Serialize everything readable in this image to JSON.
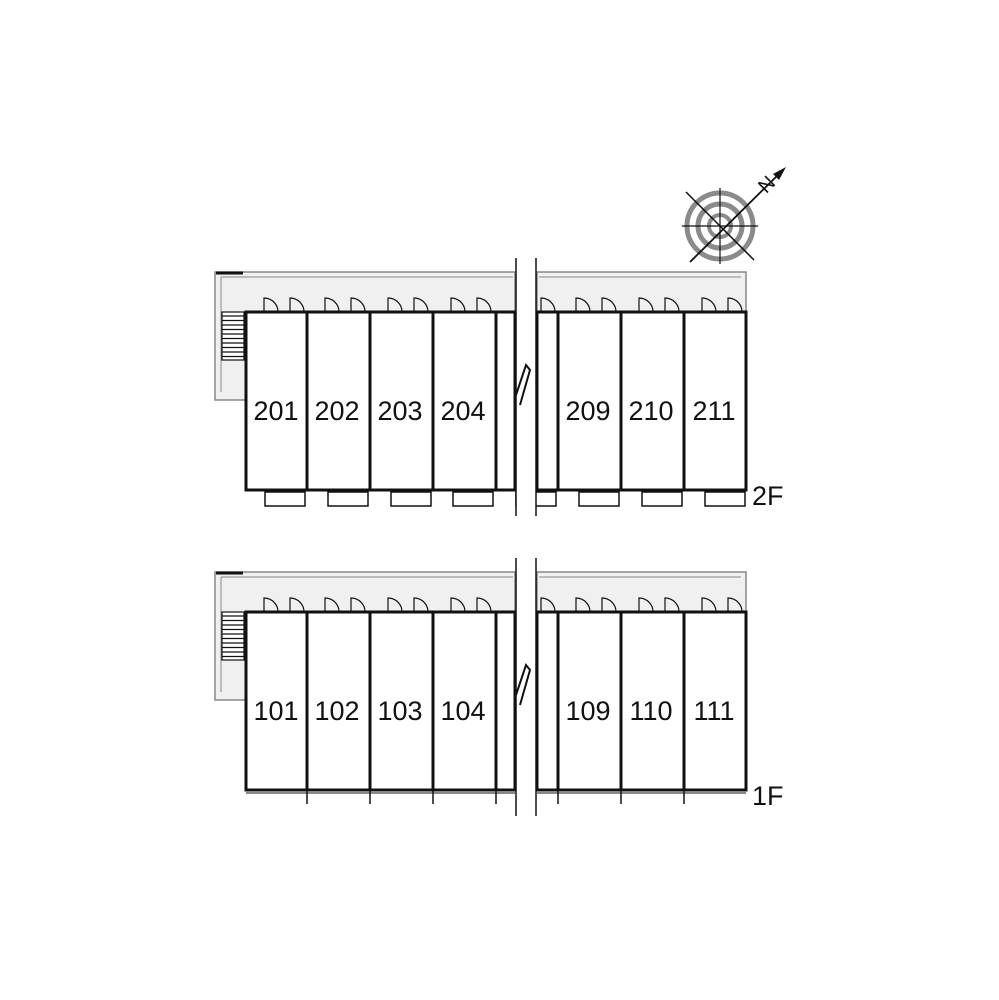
{
  "floors": [
    {
      "label": "2F",
      "units_left": [
        "201",
        "202",
        "203",
        "204"
      ],
      "units_right": [
        "209",
        "210",
        "211"
      ]
    },
    {
      "label": "1F",
      "units_left": [
        "101",
        "102",
        "103",
        "104"
      ],
      "units_right": [
        "109",
        "110",
        "111"
      ]
    }
  ],
  "compass": {
    "north_letter": "N"
  },
  "colors": {
    "line": "#111111",
    "corridor": "#f0f0f0",
    "corridor_edge": "#888888",
    "compass_ring": "#8a8a8a"
  }
}
